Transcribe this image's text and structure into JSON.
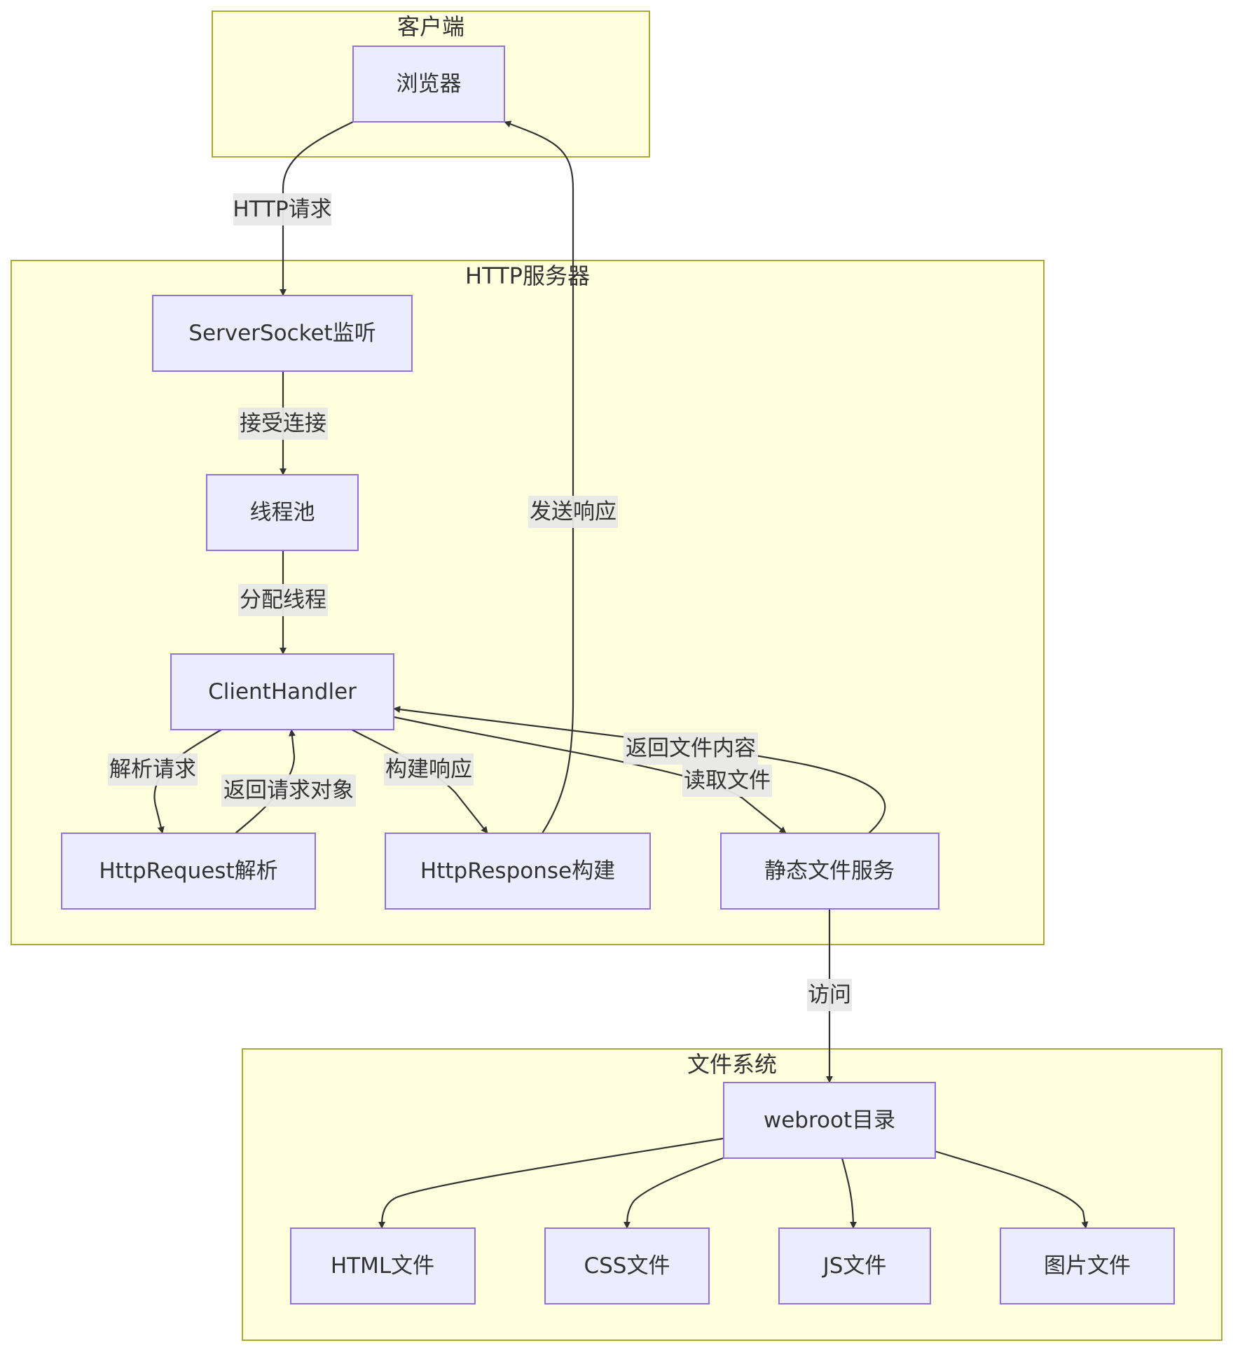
{
  "clusters": {
    "client": {
      "title": "客户端"
    },
    "server": {
      "title": "HTTP服务器"
    },
    "fs": {
      "title": "文件系统"
    }
  },
  "nodes": {
    "browser": {
      "label": "浏览器"
    },
    "server_socket": {
      "label": "ServerSocket监听"
    },
    "thread_pool": {
      "label": "线程池"
    },
    "client_handler": {
      "label": "ClientHandler"
    },
    "http_request": {
      "label": "HttpRequest解析"
    },
    "http_response": {
      "label": "HttpResponse构建"
    },
    "static_file": {
      "label": "静态文件服务"
    },
    "webroot": {
      "label": "webroot目录"
    },
    "html_file": {
      "label": "HTML文件"
    },
    "css_file": {
      "label": "CSS文件"
    },
    "js_file": {
      "label": "JS文件"
    },
    "image_file": {
      "label": "图片文件"
    }
  },
  "edges": {
    "http_request": {
      "label": "HTTP请求"
    },
    "accept": {
      "label": "接受连接"
    },
    "assign": {
      "label": "分配线程"
    },
    "parse": {
      "label": "解析请求"
    },
    "return_obj": {
      "label": "返回请求对象"
    },
    "build": {
      "label": "构建响应"
    },
    "send": {
      "label": "发送响应"
    },
    "read_file": {
      "label": "读取文件"
    },
    "return_content": {
      "label": "返回文件内容"
    },
    "access": {
      "label": "访问"
    }
  },
  "colors": {
    "cluster_fill": "#ffffde",
    "cluster_stroke": "#aaaa33",
    "node_fill": "#ececff",
    "node_stroke": "#9370db",
    "edge": "#333333",
    "label_bg": "#e8e8e8"
  }
}
